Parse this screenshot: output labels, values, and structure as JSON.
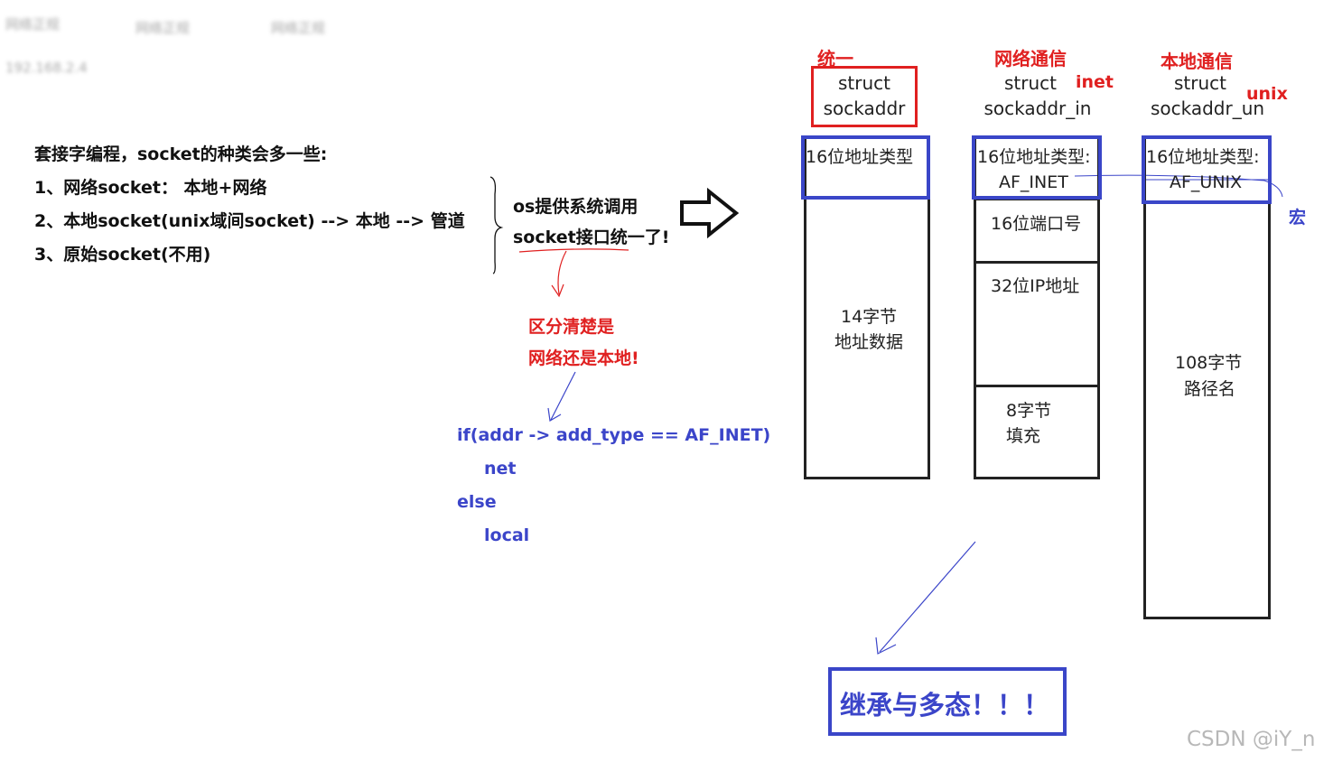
{
  "blurred_header": {
    "items": [
      "网络正规",
      "网络正规",
      "网络正规"
    ],
    "sub": "192.168.2.4"
  },
  "notes": {
    "heading": "套接字编程，socket的种类会多一些:",
    "items": [
      "1、网络socket： 本地+网络",
      "2、本地socket(unix域间socket) --> 本地 --> 管道",
      "3、原始socket(不用)"
    ],
    "os_line1": "os提供系统调用",
    "os_line2": "socket接口统一了!",
    "distinguish_line1": "区分清楚是",
    "distinguish_line2": "网络还是本地!"
  },
  "code": {
    "line1": "if(addr -> add_type == AF_INET)",
    "line2": "net",
    "line3": "else",
    "line4": "local"
  },
  "columns": {
    "unified": {
      "title": "统一",
      "struct1": "struct",
      "struct2": "sockaddr",
      "type_cell": "16位地址类型",
      "data_line1": "14字节",
      "data_line2": "地址数据"
    },
    "network": {
      "title": "网络通信",
      "struct1": "struct",
      "struct2": "sockaddr_in",
      "tag": "inet",
      "type_line1": "16位地址类型:",
      "type_line2": "AF_INET",
      "port": "16位端口号",
      "ip": "32位IP地址",
      "pad_line1": "8字节",
      "pad_line2": "填充"
    },
    "local": {
      "title": "本地通信",
      "struct1": "struct",
      "struct2": "sockaddr_un",
      "tag": "unix",
      "type_line1": "16位地址类型:",
      "type_line2": "AF_UNIX",
      "path_line1": "108字节",
      "path_line2": "路径名",
      "macro_note": "宏"
    }
  },
  "conclusion": "继承与多态！！！",
  "watermark": "CSDN @iY_n",
  "colors": {
    "red": "#e02020",
    "blue": "#3b45c9",
    "box_blue": "#3a46c8",
    "box_red": "#e02020",
    "black": "#111111"
  }
}
